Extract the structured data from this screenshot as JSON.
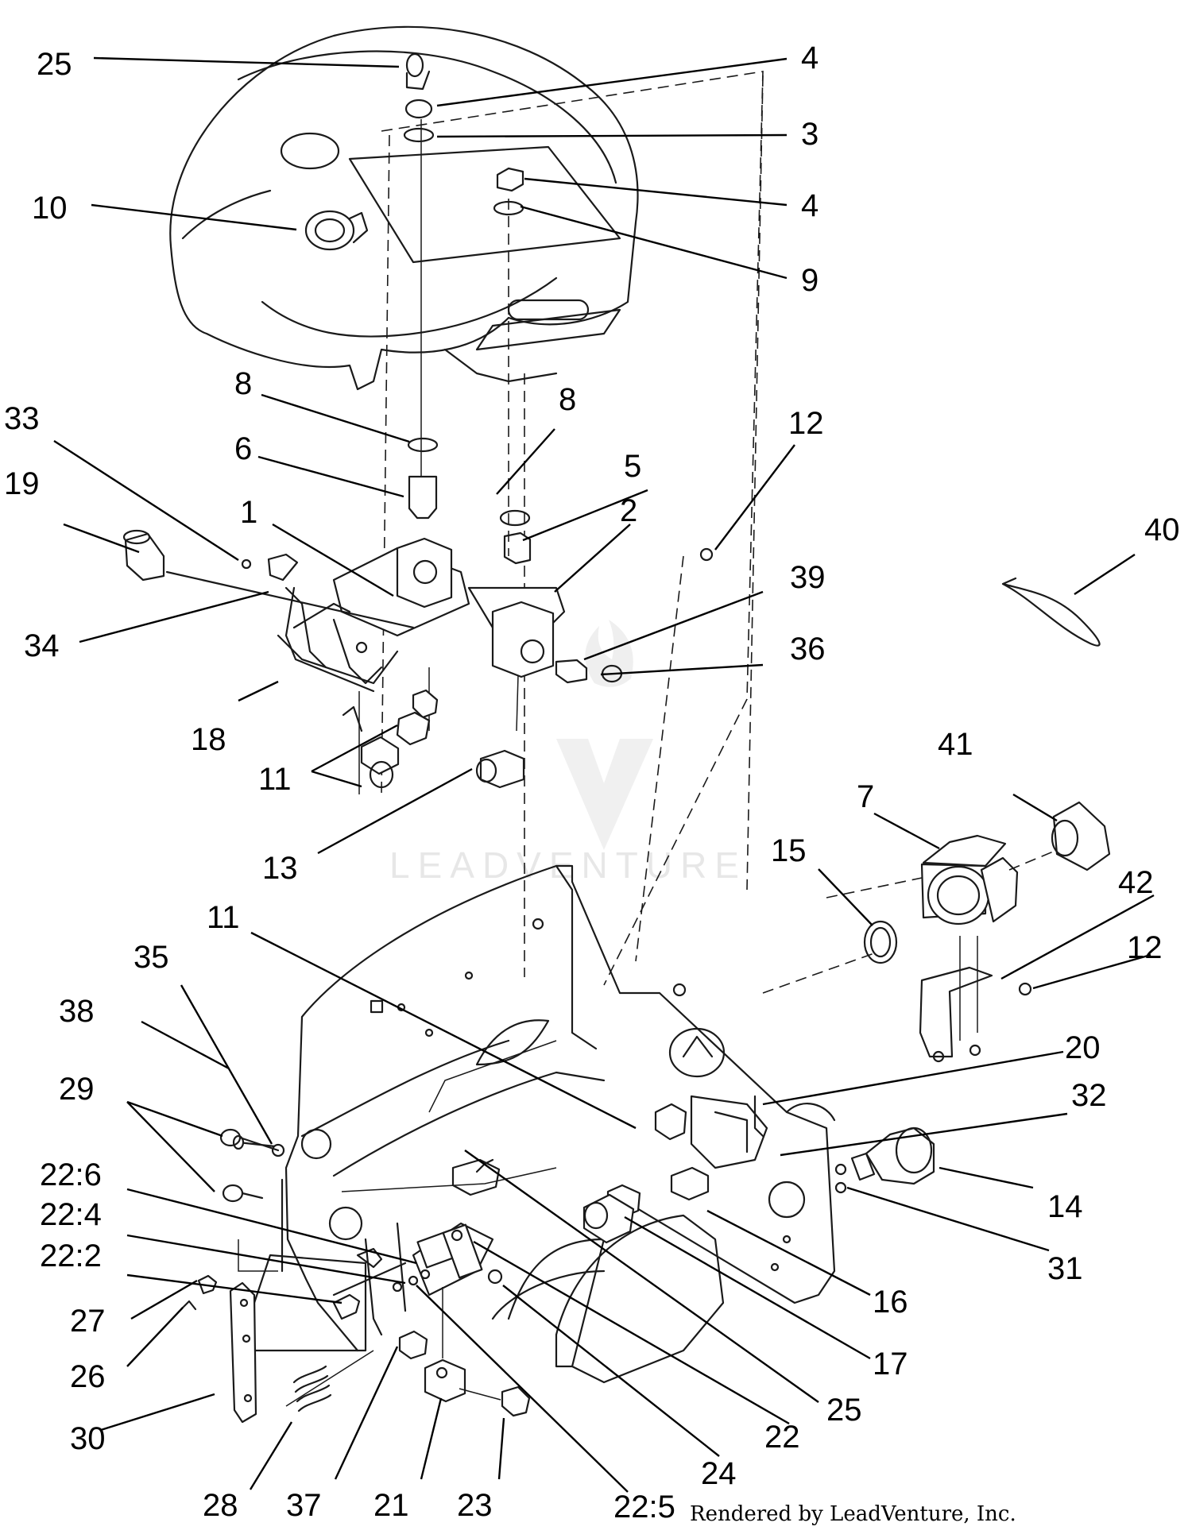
{
  "diagram": {
    "callouts": [
      {
        "id": "c25a",
        "label": "25"
      },
      {
        "id": "c4a",
        "label": "4"
      },
      {
        "id": "c3",
        "label": "3"
      },
      {
        "id": "c10",
        "label": "10"
      },
      {
        "id": "c4b",
        "label": "4"
      },
      {
        "id": "c9",
        "label": "9"
      },
      {
        "id": "c8a",
        "label": "8"
      },
      {
        "id": "c8b",
        "label": "8"
      },
      {
        "id": "c33",
        "label": "33"
      },
      {
        "id": "c12a",
        "label": "12"
      },
      {
        "id": "c6",
        "label": "6"
      },
      {
        "id": "c5",
        "label": "5"
      },
      {
        "id": "c19",
        "label": "19"
      },
      {
        "id": "c1",
        "label": "1"
      },
      {
        "id": "c2",
        "label": "2"
      },
      {
        "id": "c40",
        "label": "40"
      },
      {
        "id": "c39",
        "label": "39"
      },
      {
        "id": "c34",
        "label": "34"
      },
      {
        "id": "c36",
        "label": "36"
      },
      {
        "id": "c18",
        "label": "18"
      },
      {
        "id": "c41",
        "label": "41"
      },
      {
        "id": "c11a",
        "label": "11"
      },
      {
        "id": "c7",
        "label": "7"
      },
      {
        "id": "c13",
        "label": "13"
      },
      {
        "id": "c15",
        "label": "15"
      },
      {
        "id": "c42",
        "label": "42"
      },
      {
        "id": "c11b",
        "label": "11"
      },
      {
        "id": "c35",
        "label": "35"
      },
      {
        "id": "c12b",
        "label": "12"
      },
      {
        "id": "c38",
        "label": "38"
      },
      {
        "id": "c20",
        "label": "20"
      },
      {
        "id": "c29",
        "label": "29"
      },
      {
        "id": "c32",
        "label": "32"
      },
      {
        "id": "c22_6",
        "label": "22:6"
      },
      {
        "id": "c14",
        "label": "14"
      },
      {
        "id": "c22_4",
        "label": "22:4"
      },
      {
        "id": "c22_2",
        "label": "22:2"
      },
      {
        "id": "c31",
        "label": "31"
      },
      {
        "id": "c27",
        "label": "27"
      },
      {
        "id": "c16",
        "label": "16"
      },
      {
        "id": "c26",
        "label": "26"
      },
      {
        "id": "c17",
        "label": "17"
      },
      {
        "id": "c25b",
        "label": "25"
      },
      {
        "id": "c30",
        "label": "30"
      },
      {
        "id": "c22",
        "label": "22"
      },
      {
        "id": "c24",
        "label": "24"
      },
      {
        "id": "c28",
        "label": "28"
      },
      {
        "id": "c37",
        "label": "37"
      },
      {
        "id": "c21",
        "label": "21"
      },
      {
        "id": "c23",
        "label": "23"
      },
      {
        "id": "c22_5",
        "label": "22:5"
      }
    ],
    "watermark": "LEADVENTURE",
    "credit": "Rendered by LeadVenture, Inc."
  }
}
